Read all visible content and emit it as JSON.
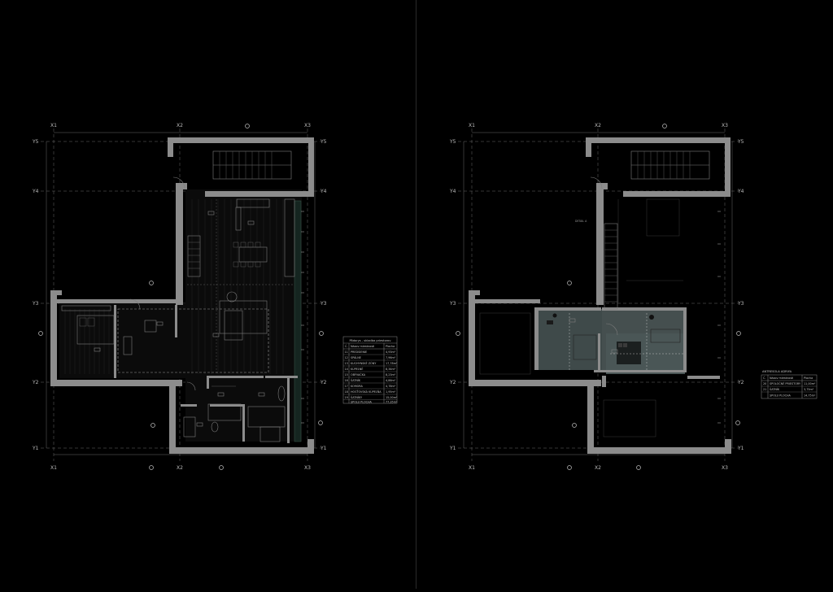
{
  "axes": {
    "x": [
      "X1",
      "X2",
      "X3"
    ],
    "y": [
      "Y1",
      "Y2",
      "Y3",
      "Y4",
      "Y5"
    ]
  },
  "left_plan": {
    "legend": {
      "title": "Pôdorys - skladba priestorov",
      "header": [
        "Č.",
        "Názov miestnosti",
        "Plocha"
      ],
      "rows": [
        [
          "11",
          "PREDSIENIE",
          "4,93m²"
        ],
        [
          "12",
          "SPÁLNE",
          "7,96m²"
        ],
        [
          "13",
          "KUCHYNSKÉ ZÓNY",
          "17,78m²"
        ],
        [
          "14",
          "KÚPEĽNÉ",
          "8,34m²"
        ],
        [
          "15",
          "OBÝVAČKA",
          "8,23m²"
        ],
        [
          "16",
          "ŠATNÍK",
          "4,86m²"
        ],
        [
          "17",
          "KOMORA",
          "4,78m²"
        ],
        [
          "18",
          "HOSŤOVSKÁ KÚPEĽŇA",
          "1,95m²"
        ],
        [
          "19",
          "ŠATNÍKY",
          "15,00m²"
        ],
        [
          "",
          "SPOLU PLOCHA",
          "77,35m²"
        ]
      ]
    }
  },
  "right_plan": {
    "detail_label": "DETAIL A",
    "legend": {
      "title": "ANTRESOLA ADRIYA",
      "header": [
        "Č.",
        "Názov miestnosti",
        "Plocha"
      ],
      "rows": [
        [
          "20",
          "SPOLOČNÉ PRIESTORY",
          "11,00m²"
        ],
        [
          "21",
          "ŠATNÍK",
          "3,75m²"
        ],
        [
          "",
          "SPOLU PLOCHA",
          "14,75m²"
        ]
      ]
    }
  },
  "colors": {
    "background": "#000000",
    "wall": "#8c8c8c",
    "linework": "#7d7d7d",
    "highlight_floor": "#4a5656",
    "text": "#bdbdbd"
  }
}
